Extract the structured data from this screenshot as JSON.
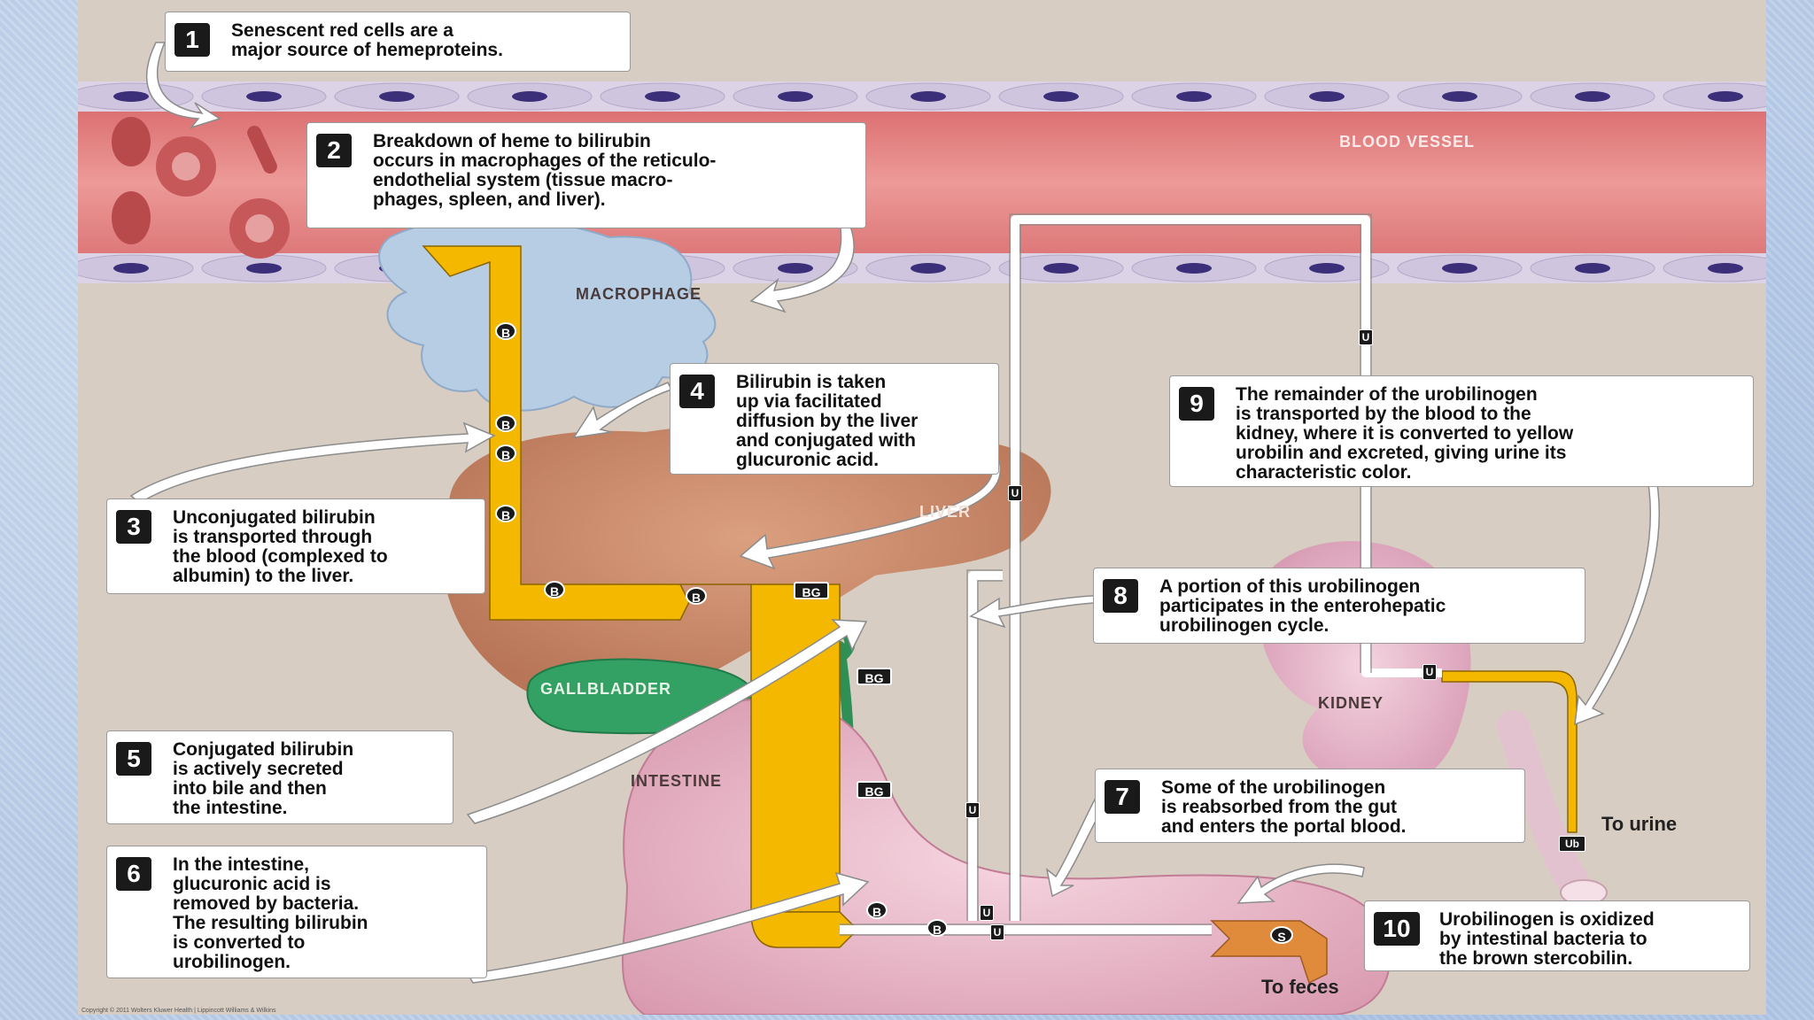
{
  "labels": {
    "blood_vessel": "BLOOD VESSEL",
    "macrophage": "MACROPHAGE",
    "liver": "LIVER",
    "gallbladder": "GALLBLADDER",
    "intestine": "INTESTINE",
    "kidney": "KIDNEY",
    "to_urine": "To urine",
    "to_feces": "To feces"
  },
  "steps": [
    {
      "number": "1",
      "text": "Senescent red cells are a\nmajor source of hemeproteins."
    },
    {
      "number": "2",
      "text": "Breakdown of heme to bilirubin\noccurs in macrophages of the reticulo-\nendothelial system (tissue macro-\nphages, spleen, and liver)."
    },
    {
      "number": "3",
      "text": "Unconjugated bilirubin\nis transported through\nthe blood (complexed to\nalbumin) to the liver."
    },
    {
      "number": "4",
      "text": "Bilirubin is taken\nup via facilitated\ndiffusion by the liver\nand conjugated with\nglucuronic acid."
    },
    {
      "number": "5",
      "text": "Conjugated bilirubin\nis actively secreted\ninto bile and then\nthe intestine."
    },
    {
      "number": "6",
      "text": "In the intestine,\nglucuronic acid is\nremoved by bacteria.\nThe resulting bilirubin\nis converted to\nurobilinogen."
    },
    {
      "number": "7",
      "text": "Some of the urobilinogen\nis reabsorbed from the gut\nand enters the portal blood."
    },
    {
      "number": "8",
      "text": "A portion of this urobilinogen\nparticipates in the enterohepatic\nurobilinogen cycle."
    },
    {
      "number": "9",
      "text": "The remainder of the urobilinogen\nis transported by the blood to the\nkidney, where it is converted to yellow\nurobilin and excreted, giving urine its\ncharacteristic color."
    },
    {
      "number": "10",
      "text": "Urobilinogen is oxidized\nby intestinal bacteria to\nthe brown stercobilin."
    }
  ],
  "tags": {
    "b": "B",
    "bg": "BG",
    "u": "U",
    "ub": "Ub",
    "s": "S"
  },
  "copyright": "Copyright © 2011 Wolters Kluwer Health | Lippincott Williams & Wilkins",
  "colors": {
    "vessel": "#e48a8a",
    "bilirubin_pathway": "#f5b800",
    "liver": "#c9896a",
    "gallbladder": "#2f9a5c",
    "intestine": "#e7b8c8",
    "kidney": "#e3b0c6",
    "stercobilin": "#e08a3c"
  }
}
